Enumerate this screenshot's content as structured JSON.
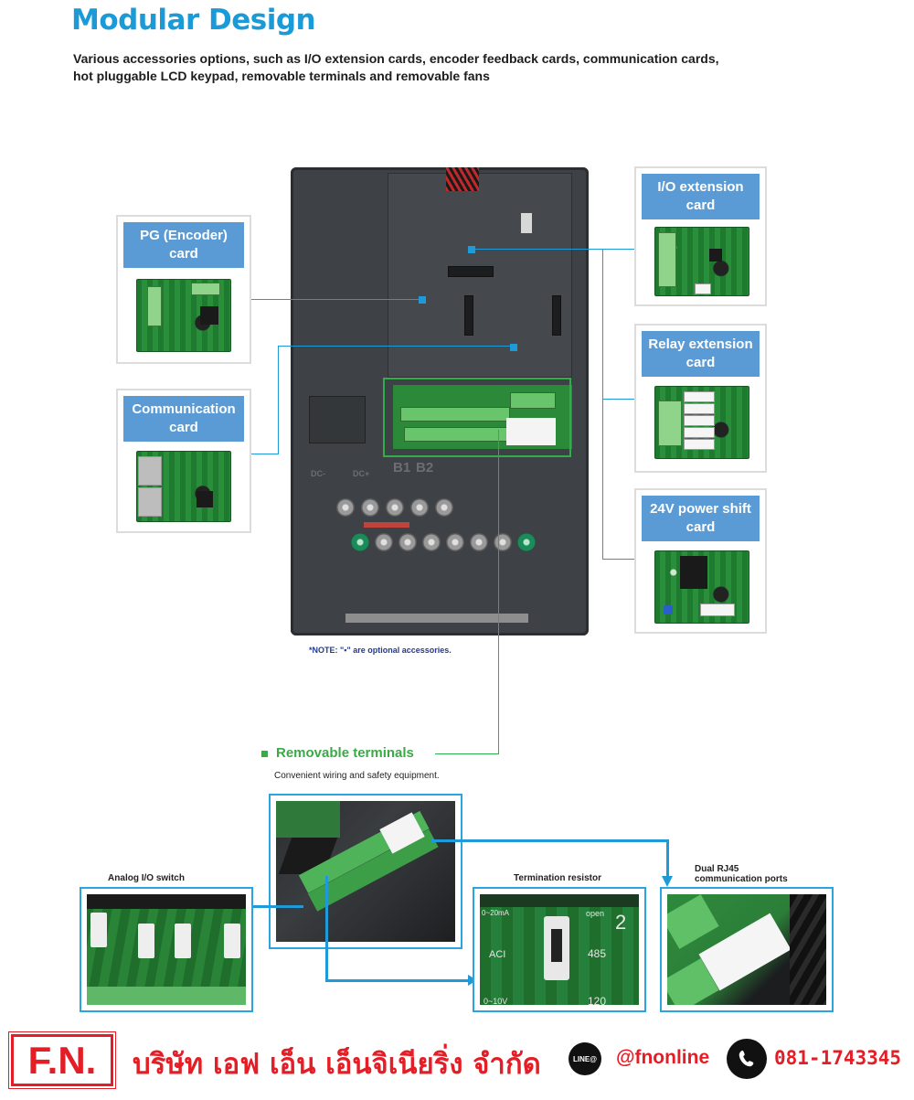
{
  "header": {
    "title": "Modular Design",
    "subtitle_line1": "Various accessories options, such as I/O extension cards, encoder feedback cards, communication cards,",
    "subtitle_line2": "hot pluggable LCD keypad, removable terminals and removable fans"
  },
  "cards_left": [
    {
      "label_line1": "PG (Encoder)",
      "label_line2": "card"
    },
    {
      "label_line1": "Communication",
      "label_line2": "card"
    }
  ],
  "cards_right": [
    {
      "label_line1": "I/O extension",
      "label_line2": "card"
    },
    {
      "label_line1": "Relay extension",
      "label_line2": "card"
    },
    {
      "label_line1": "24V power shift",
      "label_line2": "card"
    }
  ],
  "drive": {
    "terminal_labels": [
      "DC-",
      "DC+",
      "B1",
      "B2"
    ]
  },
  "note": "*NOTE: \"▪\" are optional accessories.",
  "removable_terminals": {
    "title": "Removable terminals",
    "subtitle": "Convenient wiring and safety equipment."
  },
  "details": [
    {
      "caption": "Analog I/O switch"
    },
    {
      "caption": "Termination resistor"
    },
    {
      "caption_line1": "Dual RJ45",
      "caption_line2": "communication ports"
    }
  ],
  "termination_board_labels": [
    "0~20mA",
    "ACI",
    "0~10V",
    "open",
    "485",
    "120"
  ],
  "footer": {
    "logo": "F.N.",
    "company": "บริษัท เอฟ เอ็น เอ็นจิเนียริ่ง จำกัด",
    "line_icon_text": "LINE@",
    "line_id": "@fnonline",
    "phone": "081-1743345"
  },
  "colors": {
    "title_blue": "#1a9ad6",
    "card_header_blue": "#5b9bd5",
    "connector_blue": "#1e9ad8",
    "connector_green": "#2fae4a",
    "brand_red": "#e41e26"
  }
}
